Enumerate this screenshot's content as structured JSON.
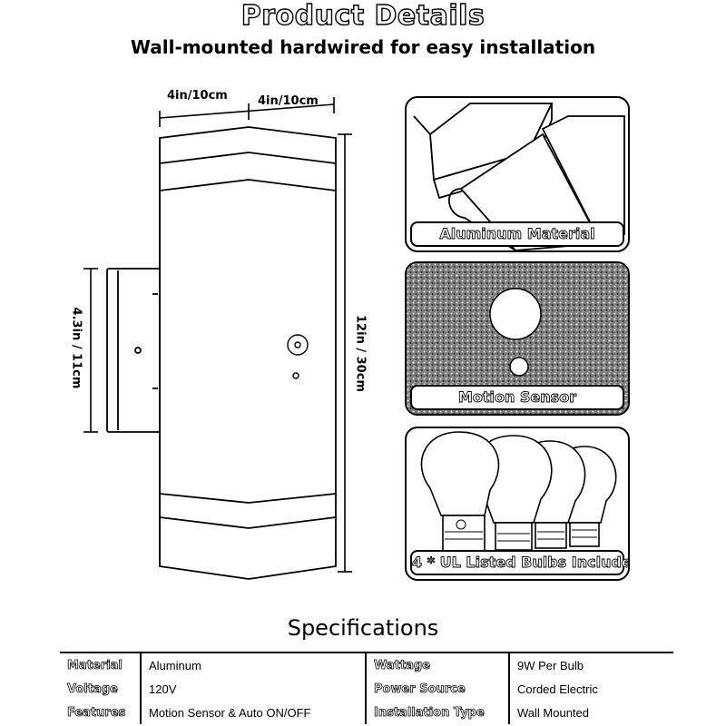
{
  "header": {
    "title": "Product Details",
    "subtitle": "Wall-mounted hardwired for easy installation"
  },
  "dimensions": {
    "width_left": "4in/10cm",
    "width_right": "4in/10cm",
    "height_total": "12in / 30cm",
    "mount_height": "4.3in / 11cm"
  },
  "panels": [
    {
      "caption": "Aluminum Material"
    },
    {
      "caption": "Motion Sensor"
    },
    {
      "caption": "4 * UL Listed Bulbs Include"
    }
  ],
  "specs": {
    "title": "Specifications",
    "rows": [
      {
        "k1": "Material",
        "v1": "Aluminum",
        "k2": "Wattage",
        "v2": "9W Per Bulb"
      },
      {
        "k1": "Voltage",
        "v1": "120V",
        "k2": "Power Source",
        "v2": "Corded Electric"
      },
      {
        "k1": "Features",
        "v1": "Motion Sensor & Auto ON/OFF",
        "k2": "Installation Type",
        "v2": "Wall Mounted"
      }
    ]
  }
}
